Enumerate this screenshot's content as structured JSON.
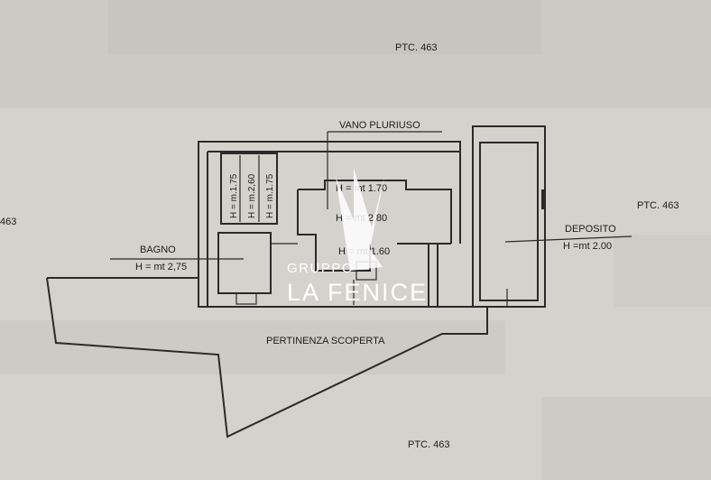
{
  "plan": {
    "parcel_labels": [
      "PTC. 463",
      "PTC. 463",
      "PTC. 463",
      "463"
    ],
    "rooms": {
      "vano": {
        "name": "VANO PLURIUSO",
        "h1": "H = mt 1.70",
        "h2": "H = mt 2,80",
        "h3": "H = mt 1.60"
      },
      "bagno": {
        "name": "BAGNO",
        "h": "H = mt 2,75"
      },
      "deposito": {
        "name": "DEPOSITO",
        "h": "H =mt 2.00"
      },
      "closet": {
        "h1": "H = m.1.75",
        "h2": "H = m.2,60",
        "h3": "H = m.1.75"
      },
      "pertinenza": {
        "name": "PERTINENZA SCOPERTA"
      }
    }
  },
  "watermark": {
    "line1": "GRUPPO",
    "line2": "LA FENICE"
  },
  "colors": {
    "paper": "#d3d2cd",
    "ink": "#2a2a2a",
    "watermark": "#ffffff"
  }
}
